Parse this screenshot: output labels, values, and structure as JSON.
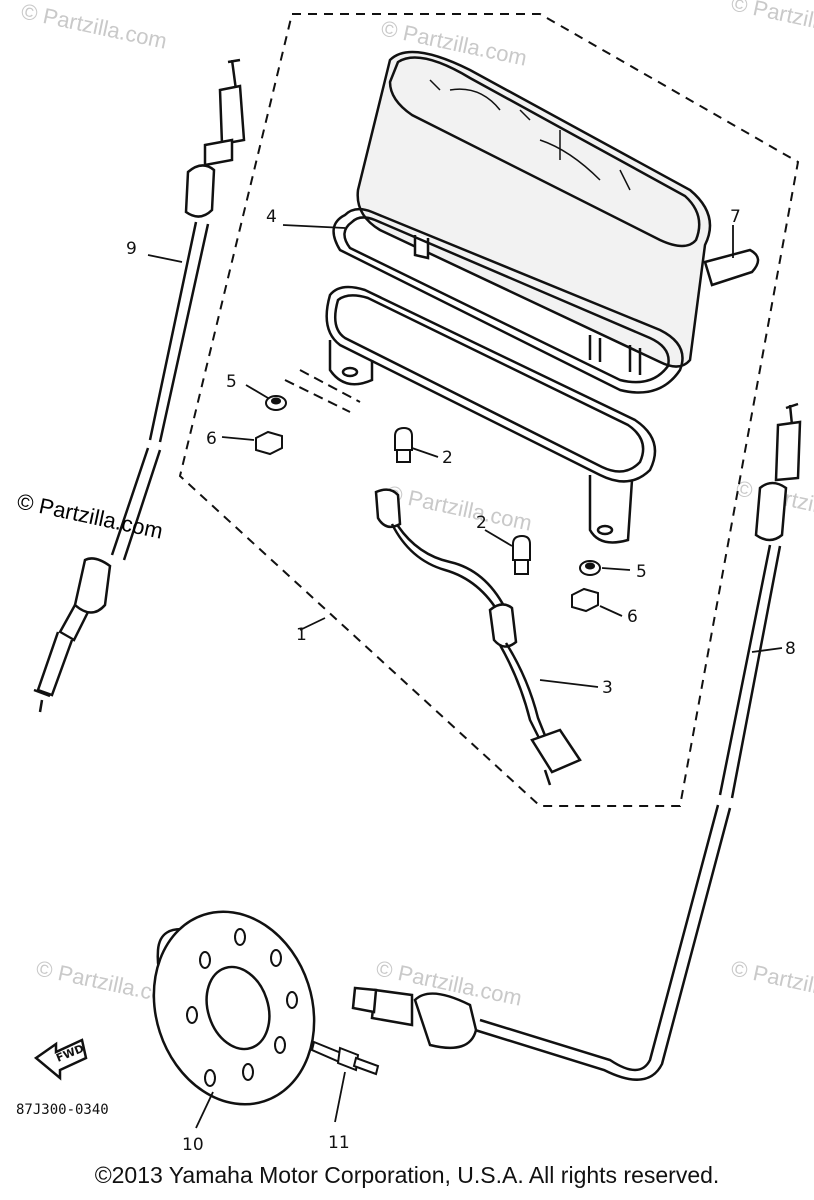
{
  "diagram": {
    "callouts": [
      "1",
      "2",
      "2",
      "3",
      "4",
      "5",
      "5",
      "6",
      "6",
      "7",
      "8",
      "9",
      "10",
      "11"
    ],
    "part_code": "87J300-0340",
    "fwd_label": "FWD",
    "watermark_main": "© Partzilla.com",
    "watermark_faint": "© Partzilla.com"
  },
  "footer": {
    "copyright": "©2013  Yamaha Motor Corporation, U.S.A. All rights reserved."
  }
}
